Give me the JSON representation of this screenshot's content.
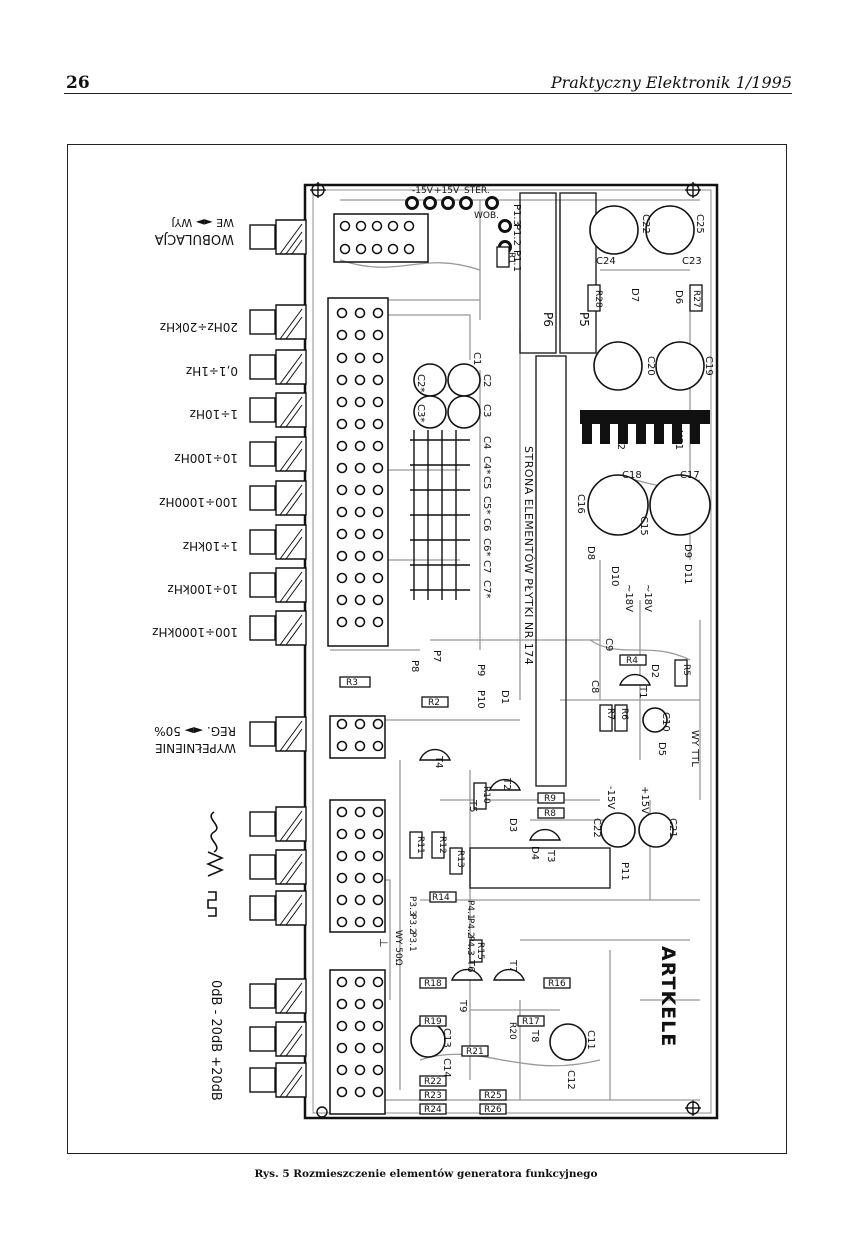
{
  "header": {
    "page_number": "26",
    "journal": "Praktyczny Elektronik 1/1995"
  },
  "figure": {
    "caption": "Rys. 5 Rozmieszczenie elementów generatora funkcyjnego",
    "board_label": "ARTKELE",
    "board_title": "STRONA ELEMENTÓW PŁYTKI NR 174",
    "left_labels": [
      "WOBULACJA",
      "WE ◄► WYJ",
      "20Hz÷20kHz",
      "0,1÷1Hz",
      "1÷10Hz",
      "10÷100Hz",
      "100÷1000Hz",
      "1÷10kHz",
      "10÷100kHz",
      "100÷1000kHz",
      "WYPEŁNIENIE",
      "REG. ◄► 50%",
      "0dB - 20dB +20dB"
    ],
    "waveform_icons": [
      "sine-icon",
      "triangle-icon",
      "square-icon"
    ],
    "components": [
      "-15V",
      "+15V",
      "STER.",
      "WOB.",
      "P1.3",
      "P1.2",
      "P1.1",
      "R1",
      "P6",
      "P5",
      "C22",
      "C25",
      "C24",
      "C23",
      "R28",
      "D7",
      "D6",
      "R27",
      "C20",
      "C19",
      "C1",
      "C2",
      "C2*",
      "C3",
      "C3*",
      "C4",
      "C4*",
      "C5",
      "C5*",
      "C6",
      "C6*",
      "C7",
      "C7*",
      "US2",
      "US1",
      "C18",
      "C17",
      "C16",
      "C15",
      "D8",
      "D10",
      "D9",
      "D11",
      "~18V",
      "~18V",
      "C9",
      "R4",
      "R5",
      "D2",
      "T1",
      "R7",
      "R6",
      "C10",
      "D5",
      "WY TTL",
      "R3",
      "P7",
      "P8",
      "P9",
      "D1",
      "P10",
      "R2",
      "C8",
      "T4",
      "T2",
      "R10",
      "R9",
      "R8",
      "D3",
      "D4",
      "T5",
      "T3",
      "-15V",
      "+15V",
      "C22",
      "C21",
      "R11",
      "R12",
      "R13",
      "P11",
      "R14",
      "P3.3",
      "P3.2",
      "P3.1",
      "P4.1",
      "P4.2",
      "P4.3",
      "R15",
      "WY 50Ω",
      "⊥",
      "R16",
      "R18",
      "T6",
      "T7",
      "R19",
      "R17",
      "T9",
      "R20",
      "T8",
      "C11",
      "C13",
      "C14",
      "R21",
      "R22",
      "R23",
      "R24",
      "R25",
      "R26",
      "C12"
    ]
  }
}
